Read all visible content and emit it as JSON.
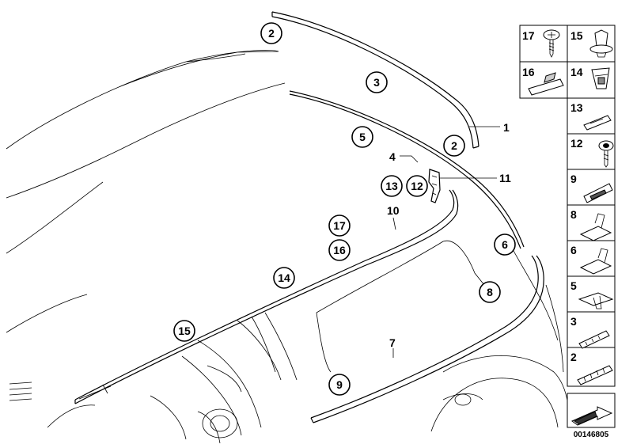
{
  "diagram": {
    "doc_number": "00146805",
    "callouts": {
      "c2a": "2",
      "c3": "3",
      "c5": "5",
      "c2b": "2",
      "c13": "13",
      "c12": "12",
      "c17": "17",
      "c16": "16",
      "c14": "14",
      "c15": "15",
      "c6": "6",
      "c8": "8",
      "c9": "9"
    },
    "plain_labels": {
      "l1": "1",
      "l4": "4",
      "l11": "11",
      "l10": "10",
      "l7": "7"
    },
    "parts_panel": {
      "top_grid": [
        "17",
        "15",
        "16",
        "14"
      ],
      "column": [
        "13",
        "12",
        "9",
        "8",
        "6",
        "5",
        "3",
        "2"
      ]
    }
  }
}
